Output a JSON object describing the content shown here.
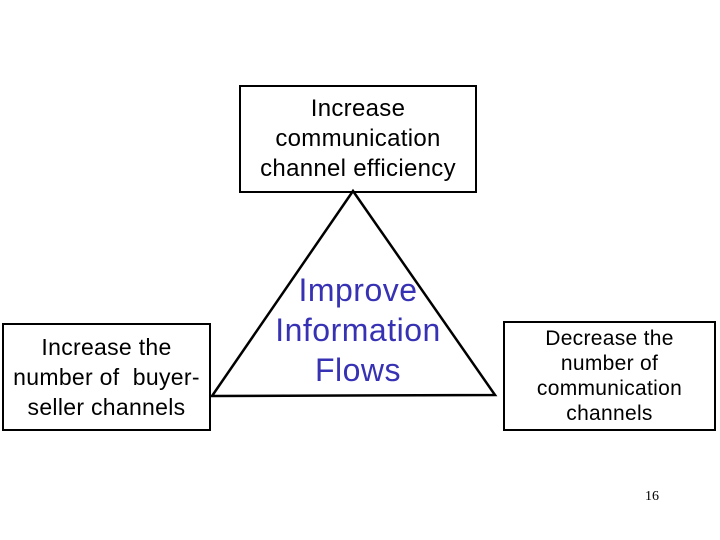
{
  "slide": {
    "title_box": {
      "lines": [
        "Increase",
        "communication",
        "channel efficiency"
      ]
    },
    "left_box": {
      "lines": [
        "Increase the",
        "number of  buyer-",
        "seller channels"
      ]
    },
    "right_box": {
      "lines": [
        "Decrease the",
        "number of",
        "communication",
        "channels"
      ]
    },
    "triangle_label": {
      "lines": [
        "Improve",
        "Information",
        "Flows"
      ]
    },
    "page_number": "16",
    "colors": {
      "background": "#ffffff",
      "box_border": "#000000",
      "box_text": "#000000",
      "triangle_outline": "#000000",
      "triangle_text": "#3732b4"
    }
  }
}
